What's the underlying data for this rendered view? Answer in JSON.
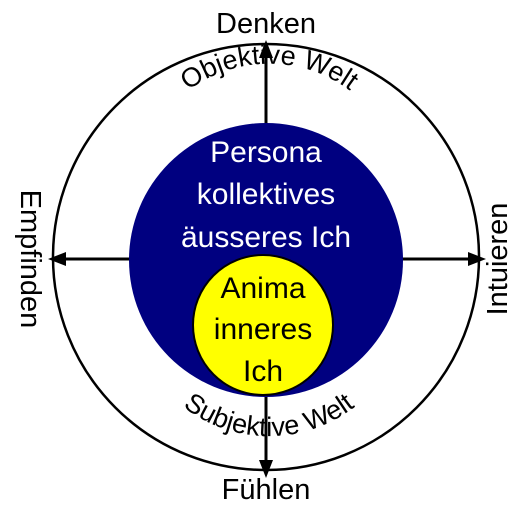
{
  "diagram": {
    "directions": {
      "top": "Denken",
      "bottom": "Fühlen",
      "left": "Empfinden",
      "right": "Intuieren"
    },
    "ring_labels": {
      "top": "Objektive Welt",
      "bottom": "Subjektive Welt"
    },
    "persona": {
      "line1": "Persona",
      "line2": "kollektives",
      "line3": "äusseres Ich"
    },
    "anima": {
      "line1": "Anima",
      "line2": "inneres",
      "line3": "Ich"
    },
    "colors": {
      "persona_fill": "#000080",
      "persona_text": "#ffffff",
      "anima_fill": "#ffff00",
      "anima_text": "#000000",
      "ring_stroke": "#000000",
      "background": "#ffffff"
    }
  }
}
